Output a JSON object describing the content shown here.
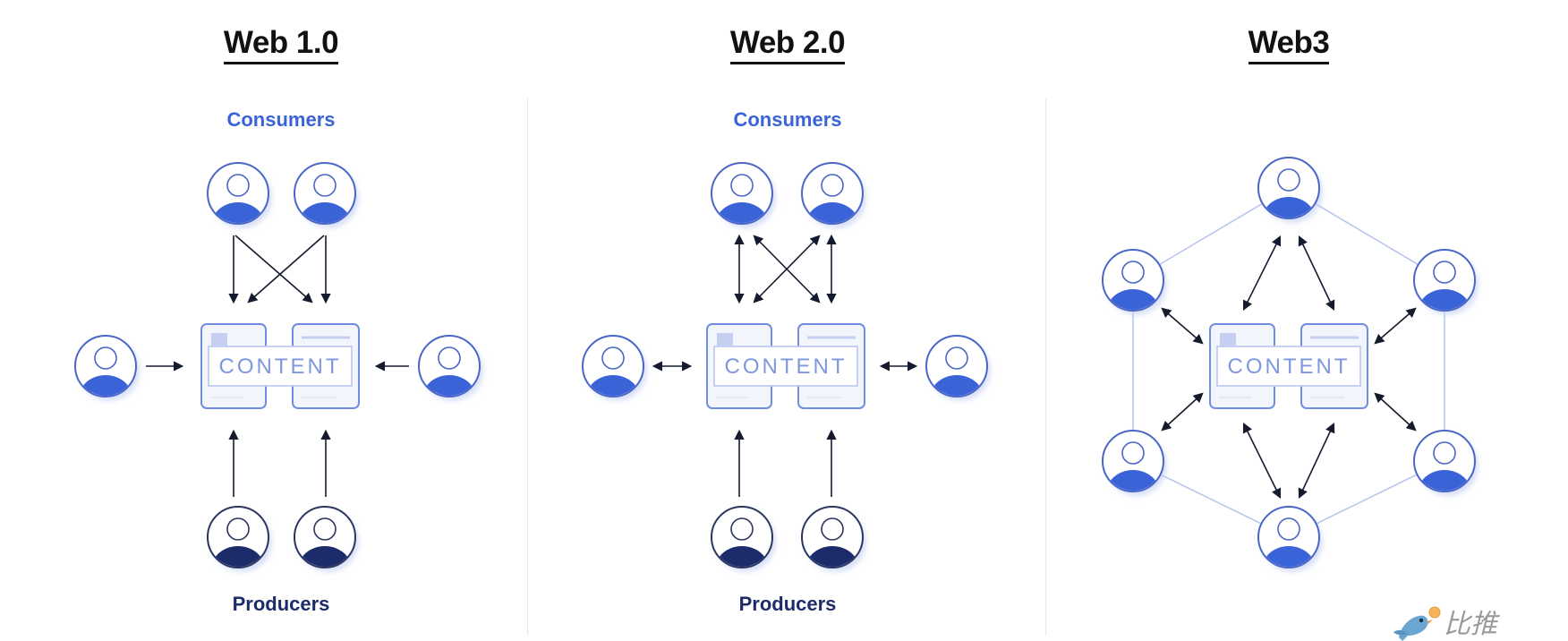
{
  "panels": [
    {
      "title": "Web 1.0",
      "top_label": "Consumers",
      "bottom_label": "Producers",
      "content_label": "CONTENT",
      "arrows": "one-way"
    },
    {
      "title": "Web 2.0",
      "top_label": "Consumers",
      "bottom_label": "Producers",
      "content_label": "CONTENT",
      "arrows": "two-way"
    },
    {
      "title": "Web3",
      "top_label": "",
      "bottom_label": "",
      "content_label": "CONTENT",
      "arrows": "two-way-network"
    }
  ],
  "colors": {
    "consumer": "#3b63d8",
    "producer": "#1c2c6b",
    "content_outline": "#6f8ee0",
    "content_text": "#7e97df",
    "network_line": "#b9c7ee",
    "arrow": "#151a2e",
    "title": "#111111"
  },
  "watermark": {
    "text": "比推",
    "icon": "bird-coin-icon"
  }
}
